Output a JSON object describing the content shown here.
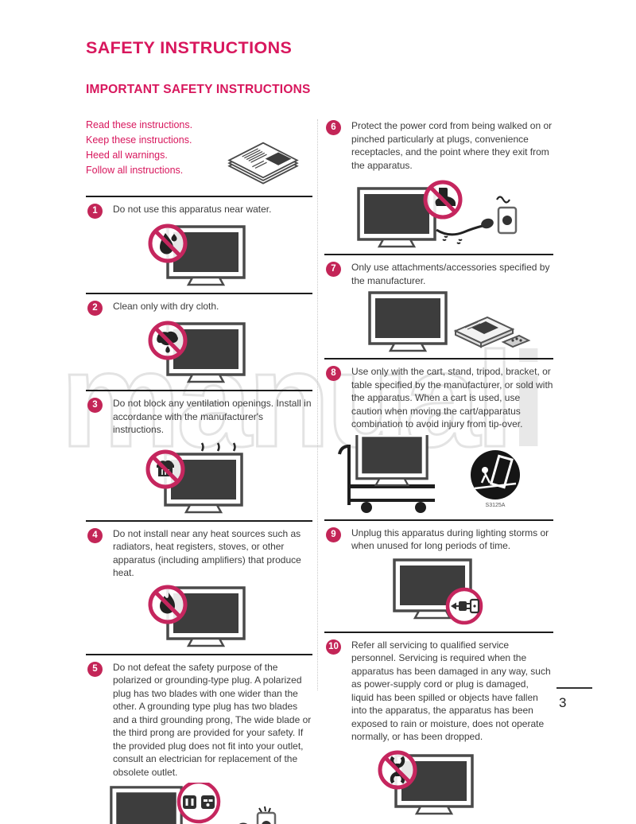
{
  "page": {
    "title": "SAFETY INSTRUCTIONS",
    "subtitle": "IMPORTANT SAFETY INSTRUCTIONS",
    "page_number": "3",
    "accent_color": "#d8175d",
    "badge_color": "#c32557",
    "no_symbol_color": "#c5265e",
    "watermark_outline": "manual",
    "watermark_solid": "i"
  },
  "intro": {
    "lines": [
      "Read these instructions.",
      "Keep these instructions.",
      "Heed all warnings.",
      "Follow all instructions."
    ],
    "icon": "manual-book-icon"
  },
  "items": [
    {
      "number": "1",
      "icon": "no-water-tv-icon",
      "text": "Do not use this apparatus near water."
    },
    {
      "number": "2",
      "icon": "dry-cloth-tv-icon",
      "text": "Clean only with dry cloth."
    },
    {
      "number": "3",
      "icon": "no-blocked-vents-tv-icon",
      "text": "Do not block any ventilation openings. Install in accordance with the manufacturer's instructions."
    },
    {
      "number": "4",
      "icon": "no-heat-source-tv-icon",
      "text": "Do not install near any heat sources such as radiators, heat registers, stoves, or other apparatus (including amplifiers) that produce heat."
    },
    {
      "number": "5",
      "icon": "polarized-plug-outlet-tv-icon",
      "text": "Do not defeat the safety purpose of the polarized or grounding-type plug. A polarized plug has two blades with one wider than the other. A grounding type plug has two blades and a third grounding prong, The wide blade or the third prong are provided for your safety. If the provided plug does not fit into your outlet, consult an electrician for replacement of the obsolete outlet."
    },
    {
      "number": "6",
      "icon": "no-step-on-cord-tv-icon",
      "text": "Protect the power cord from being walked on or pinched particularly at plugs, convenience receptacles, and the point where they exit from the apparatus."
    },
    {
      "number": "7",
      "icon": "tv-accessories-icon",
      "text": "Only use attachments/accessories specified by the manufacturer."
    },
    {
      "number": "8",
      "icon": "tv-cart-tipover-warning-icon",
      "caption": "S3125A",
      "text": "Use only with the cart, stand, tripod, bracket, or table specified by the manufacturer, or sold with the apparatus. When a cart is used, use caution when moving the cart/apparatus combination to avoid injury from tip-over."
    },
    {
      "number": "9",
      "icon": "unplug-tv-icon",
      "text": "Unplug this apparatus during lighting storms or when unused for long periods of time."
    },
    {
      "number": "10",
      "icon": "no-self-service-tv-icon",
      "text": "Refer all servicing to qualified service personnel. Servicing is required when the apparatus has been damaged in any way, such as power-supply cord or plug is damaged, liquid has been spilled or objects have fallen into the apparatus, the apparatus has been exposed to rain or moisture, does not operate normally, or has been dropped."
    }
  ]
}
